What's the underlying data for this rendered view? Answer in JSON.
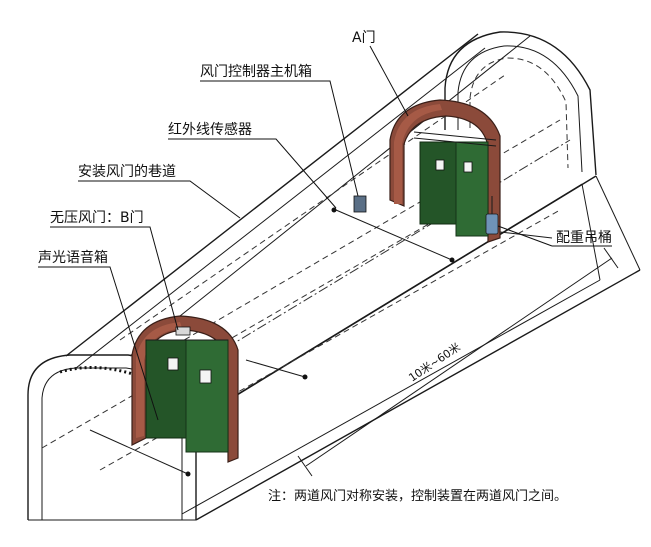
{
  "labels": {
    "door_a": "A门",
    "controller_box": "风门控制器主机箱",
    "ir_sensor": "红外线传感器",
    "tunnel": "安装风门的巷道",
    "unpressurized_door": "无压风门：B门",
    "sound_light_box": "声光语音箱",
    "counterweight_bucket": "配重吊桶",
    "distance": "10米~60米"
  },
  "note": "注：两道风门对称安装，控制装置在两道风门之间。"
}
